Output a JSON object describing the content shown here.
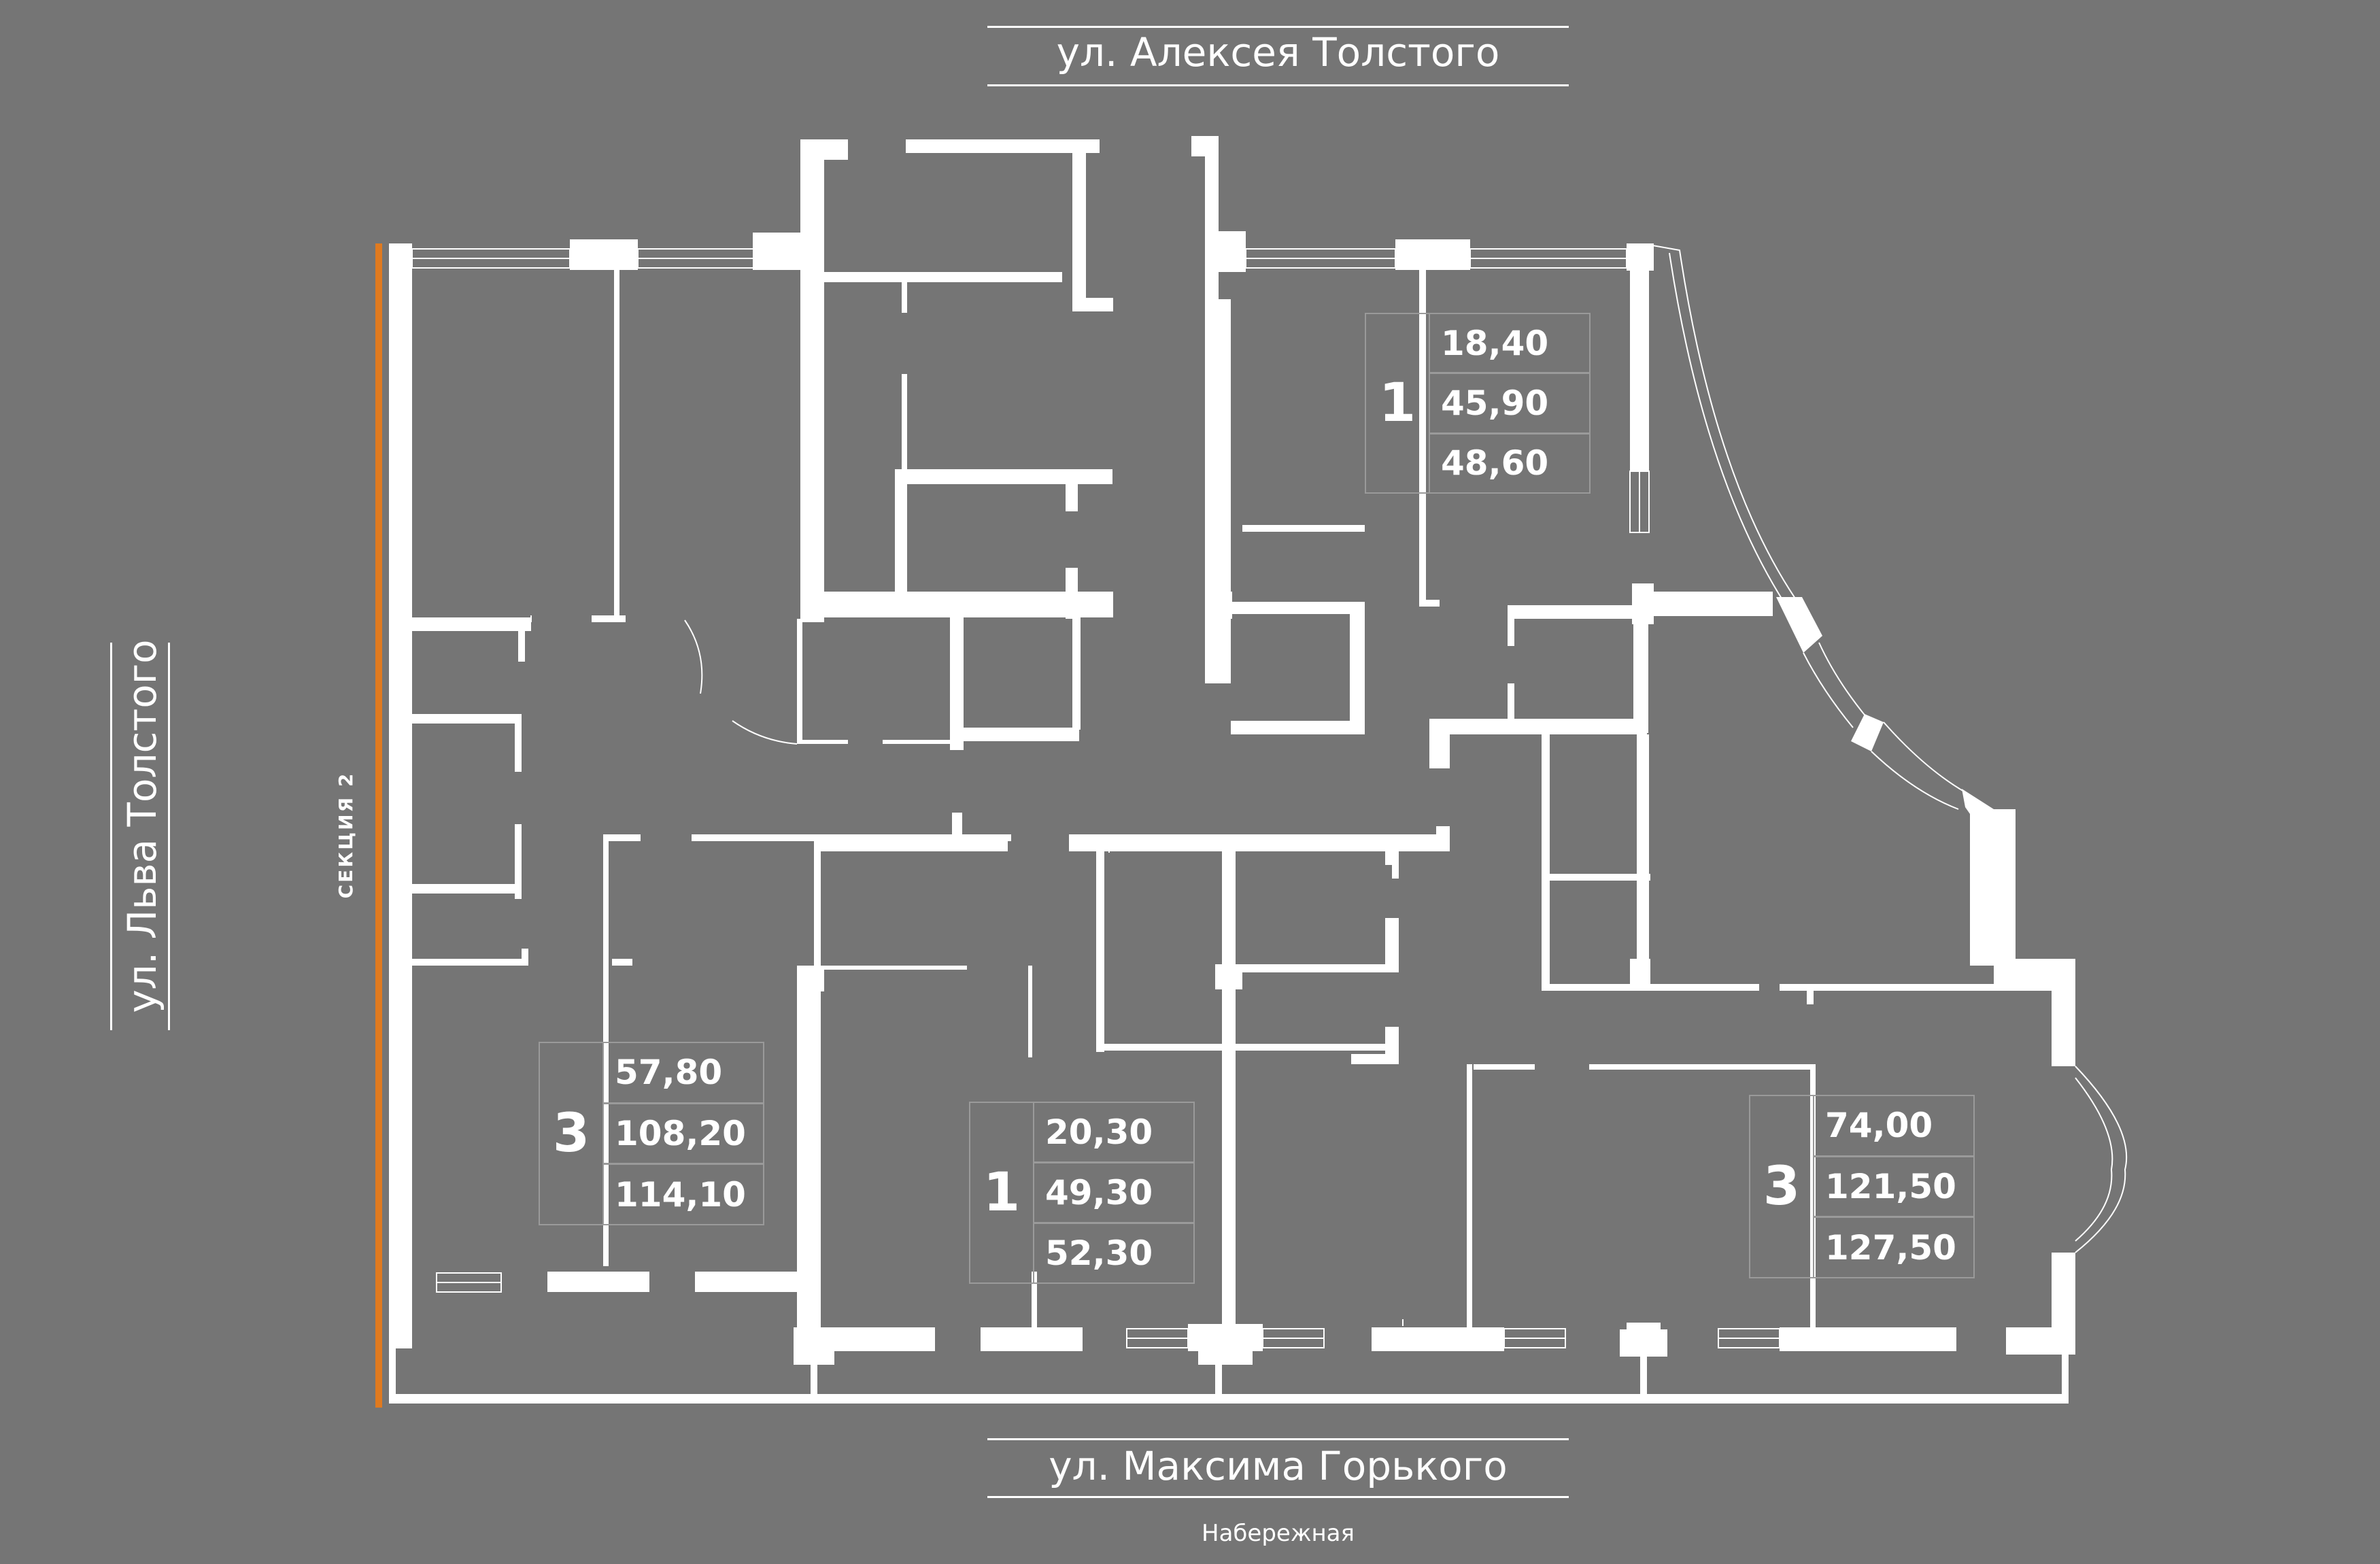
{
  "streets": {
    "north": "ул. Алексея Толстого",
    "west": "ул. Льва Толстого",
    "south": "ул. Максима Горького",
    "south_note": "Набережная"
  },
  "section_label": "СЕКЦИЯ 2",
  "colors": {
    "background": "#757575",
    "walls": "#ffffff",
    "section_accent": "#e07a1f",
    "unit_border": "#9a9a9a"
  },
  "units": [
    {
      "rooms": "1",
      "areas": [
        "18,40",
        "45,90",
        "48,60"
      ]
    },
    {
      "rooms": "3",
      "areas": [
        "57,80",
        "108,20",
        "114,10"
      ]
    },
    {
      "rooms": "1",
      "areas": [
        "20,30",
        "49,30",
        "52,30"
      ]
    },
    {
      "rooms": "3",
      "areas": [
        "74,00",
        "121,50",
        "127,50"
      ]
    }
  ]
}
